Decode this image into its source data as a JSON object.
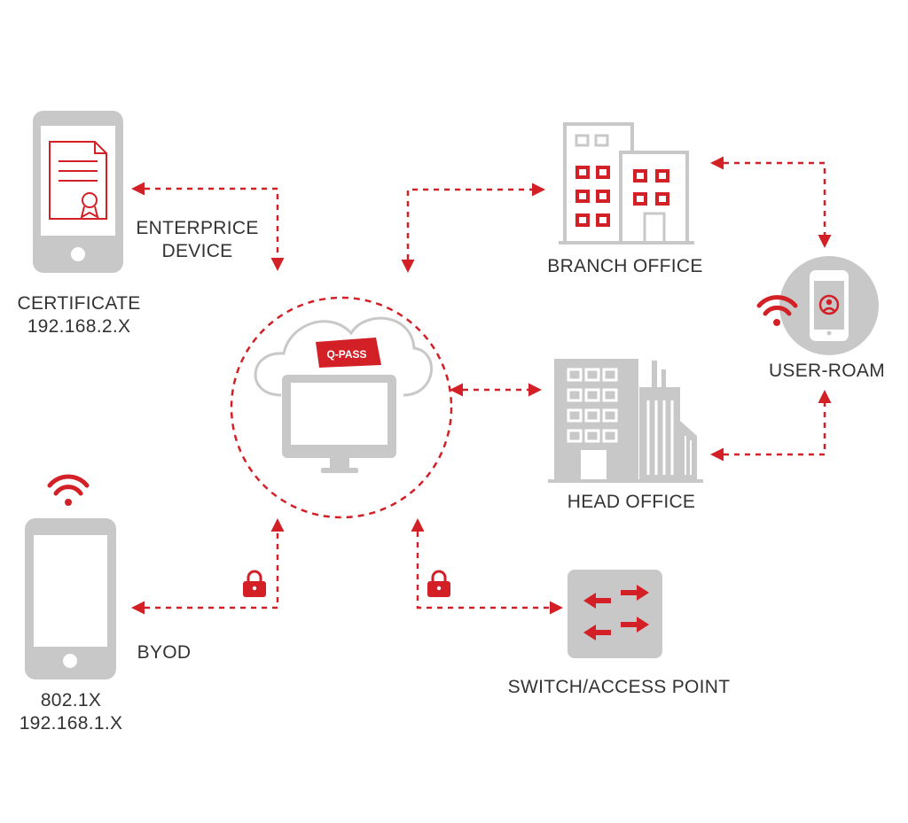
{
  "colors": {
    "accent": "#d32027",
    "grey": "#c8c8c8",
    "text": "#333333",
    "background": "#ffffff"
  },
  "labels": {
    "enterprise_device": [
      "ENTERPRICE",
      "DEVICE"
    ],
    "certificate": [
      "CERTIFICATE",
      "192.168.2.X"
    ],
    "byod": "BYOD",
    "byod_info": [
      "802.1X",
      "192.168.1.X"
    ],
    "branch_office": "BRANCH OFFICE",
    "head_office": "HEAD OFFICE",
    "user_roam": "USER-ROAM",
    "switch": "SWITCH/ACCESS POINT",
    "qpass": "Q-PASS"
  },
  "icons": {
    "enterprise_phone": "phone-with-certificate-icon",
    "byod_phone": "phone-icon",
    "wifi": "wifi-icon",
    "lock": "padlock-icon",
    "branch": "office-building-icon",
    "head": "headquarters-building-icon",
    "roam": "user-phone-icon",
    "switch": "network-switch-icon",
    "server": "cloud-monitor-icon"
  }
}
